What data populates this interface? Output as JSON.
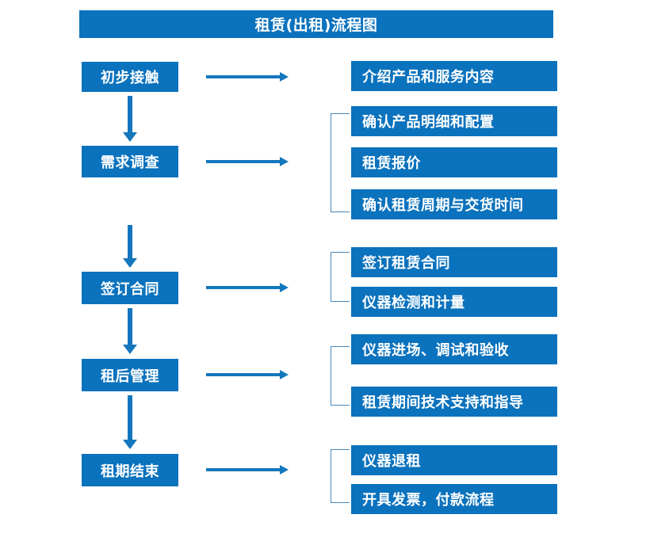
{
  "chart": {
    "title": "租赁(出租)流程图",
    "type": "flowchart",
    "accent_color": "#0b72bd",
    "arrow_color": "#1477bd",
    "bracket_color": "#4a86b8",
    "text_color": "#ffffff",
    "background_color": "#ffffff"
  },
  "stages": [
    {
      "label": "初步接触"
    },
    {
      "label": "需求调查"
    },
    {
      "label": "签订合同"
    },
    {
      "label": "租后管理"
    },
    {
      "label": "租期结束"
    }
  ],
  "details": [
    {
      "label": "介绍产品和服务内容"
    },
    {
      "label": "确认产品明细和配置"
    },
    {
      "label": "租赁报价"
    },
    {
      "label": "确认租赁周期与交货时间"
    },
    {
      "label": "签订租赁合同"
    },
    {
      "label": "仪器检测和计量"
    },
    {
      "label": "仪器进场、调试和验收"
    },
    {
      "label": "租赁期间技术支持和指导"
    },
    {
      "label": "仪器退租"
    },
    {
      "label": "开具发票，付款流程"
    }
  ]
}
